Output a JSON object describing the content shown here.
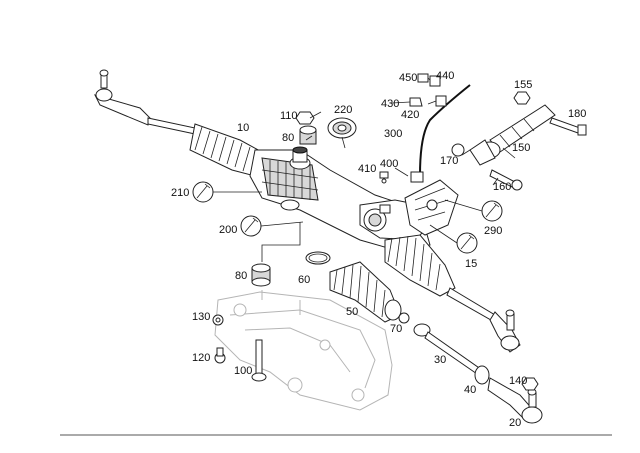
{
  "diagram": {
    "callouts": {
      "p10": "10",
      "p15": "15",
      "p20": "20",
      "p30": "30",
      "p40": "40",
      "p50": "50",
      "p60": "60",
      "p70": "70",
      "p80a": "80",
      "p80b": "80",
      "p100": "100",
      "p110": "110",
      "p120": "120",
      "p130": "130",
      "p140": "140",
      "p150": "150",
      "p155": "155",
      "p160": "160",
      "p170": "170",
      "p180": "180",
      "p200": "200",
      "p210": "210",
      "p220": "220",
      "p290": "290",
      "p300": "300",
      "p400": "400",
      "p410": "410",
      "p420": "420",
      "p430": "430",
      "p440": "440",
      "p450": "450"
    }
  }
}
